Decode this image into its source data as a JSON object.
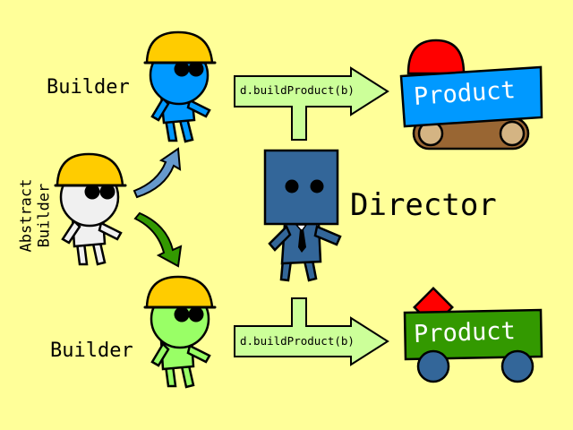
{
  "labels": {
    "builder_top": "Builder",
    "builder_bottom": "Builder",
    "abstract_builder_line1": "Abstract",
    "abstract_builder_line2": "Builder",
    "director": "Director"
  },
  "calls": {
    "top": "d.buildProduct(b)",
    "bottom": "d.buildProduct(b)"
  },
  "products": {
    "top": "Product",
    "bottom": "Product"
  },
  "colors": {
    "background": "#FFFF99",
    "helmet": "#FFCC00",
    "builder_top": "#0099FF",
    "builder_bottom": "#99FF66",
    "abstract_builder": "#F0F0F0",
    "director": "#336699",
    "arrow_fill": "#CCFF99",
    "product_top_body": "#0099FF",
    "product_top_light": "#FF0000",
    "product_top_track": "#996633",
    "product_bottom_body": "#339900",
    "product_bottom_light": "#FF0000",
    "product_bottom_wheels": "#336699",
    "pointer_top": "#6699CC",
    "pointer_bottom": "#339900"
  }
}
